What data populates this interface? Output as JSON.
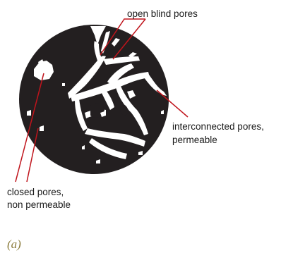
{
  "labels": {
    "open_blind": "open blind pores",
    "interconnected_line1": "interconnected pores,",
    "interconnected_line2": "permeable",
    "closed_line1": "closed pores,",
    "closed_line2": "non permeable"
  },
  "caption": "(a)",
  "colors": {
    "matrix": "#231f20",
    "pores": "#ffffff",
    "leader_lines": "#c0141c",
    "caption": "#8a7a3a",
    "text": "#1a1a1a"
  }
}
